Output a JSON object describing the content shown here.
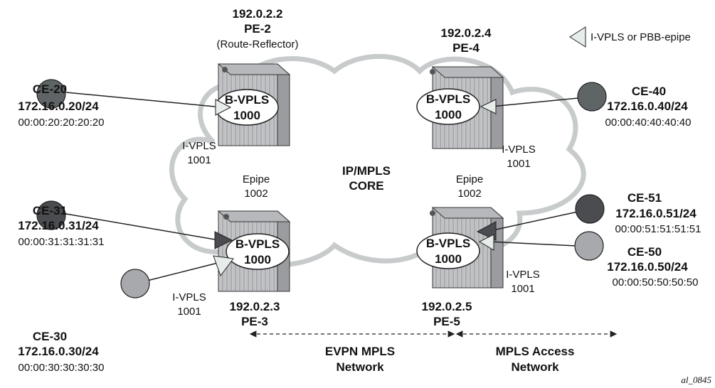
{
  "legend": {
    "label": "I-VPLS or PBB-epipe"
  },
  "core": {
    "line1": "IP/MPLS",
    "line2": "CORE"
  },
  "pes": {
    "pe2": {
      "ip": "192.0.2.2",
      "name": "PE-2",
      "role": "(Route-Reflector)",
      "bvpls": "B-VPLS",
      "bvpls_id": "1000",
      "ivpls": "I-VPLS",
      "ivpls_id": "1001"
    },
    "pe4": {
      "ip": "192.0.2.4",
      "name": "PE-4",
      "bvpls": "B-VPLS",
      "bvpls_id": "1000",
      "ivpls": "I-VPLS",
      "ivpls_id": "1001"
    },
    "pe3": {
      "ip": "192.0.2.3",
      "name": "PE-3",
      "bvpls": "B-VPLS",
      "bvpls_id": "1000",
      "epipe": "Epipe",
      "epipe_id": "1002",
      "ivpls": "I-VPLS",
      "ivpls_id": "1001"
    },
    "pe5": {
      "ip": "192.0.2.5",
      "name": "PE-5",
      "bvpls": "B-VPLS",
      "bvpls_id": "1000",
      "epipe": "Epipe",
      "epipe_id": "1002",
      "ivpls": "I-VPLS",
      "ivpls_id": "1001"
    }
  },
  "ces": {
    "ce20": {
      "name": "CE-20",
      "ip": "172.16.0.20/24",
      "mac": "00:00:20:20:20:20",
      "color": "#5f6566"
    },
    "ce31": {
      "name": "CE-31",
      "ip": "172.16.0.31/24",
      "mac": "00:00:31:31:31:31",
      "color": "#4a4c50"
    },
    "ce30": {
      "name": "CE-30",
      "ip": "172.16.0.30/24",
      "mac": "00:00:30:30:30:30",
      "color": "#a7a9ad"
    },
    "ce40": {
      "name": "CE-40",
      "ip": "172.16.0.40/24",
      "mac": "00:00:40:40:40:40",
      "color": "#5f6566"
    },
    "ce51": {
      "name": "CE-51",
      "ip": "172.16.0.51/24",
      "mac": "00:00:51:51:51:51",
      "color": "#4a4c50"
    },
    "ce50": {
      "name": "CE-50",
      "ip": "172.16.0.50/24",
      "mac": "00:00:50:50:50:50",
      "color": "#a7a9ad"
    }
  },
  "networks": {
    "evpn": {
      "line1": "EVPN MPLS",
      "line2": "Network"
    },
    "access": {
      "line1": "MPLS Access",
      "line2": "Network"
    }
  },
  "figure_id": "al_0845",
  "colors": {
    "cloud_stroke": "#c8cbcc",
    "router_body": "#c7c9cb",
    "ivpls_triangle": "#e7eeea",
    "epipe_triangle": "#4a4c50"
  }
}
